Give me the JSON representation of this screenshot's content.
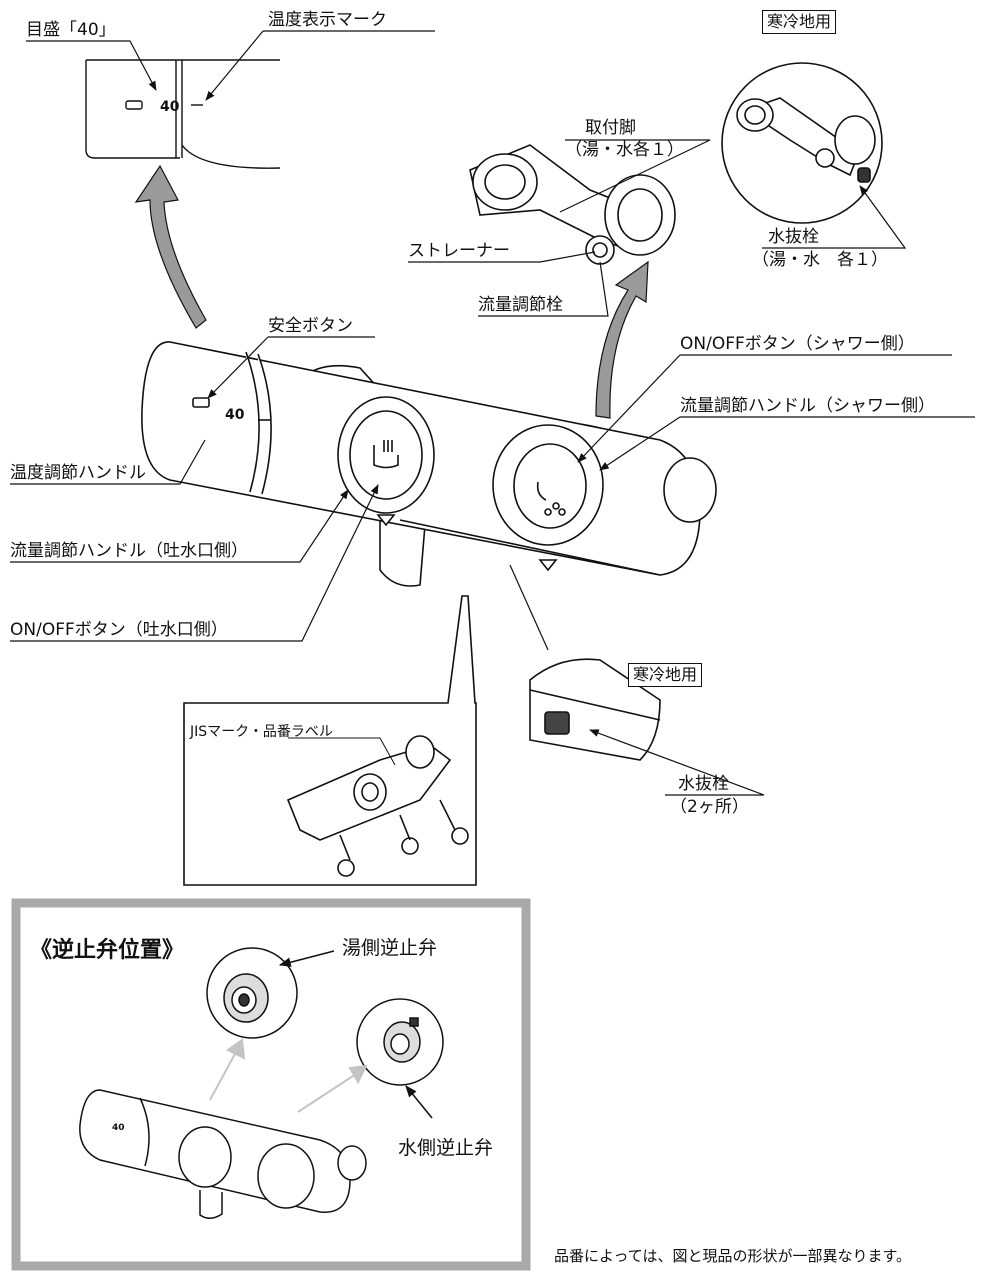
{
  "labels": {
    "scale_40": "目盛「40」",
    "temp_mark": "温度表示マーク",
    "safety_button": "安全ボタン",
    "temp_handle": "温度調節ハンドル",
    "flow_handle_spout": "流量調節ハンドル（吐水口側）",
    "onoff_spout": "ON/OFFボタン（吐水口側）",
    "onoff_shower": "ON/OFFボタン（シャワー側）",
    "flow_handle_shower": "流量調節ハンドル（シャワー側）",
    "mount_leg_line1": "取付脚",
    "mount_leg_line2": "（湯・水各１）",
    "strainer": "ストレーナー",
    "flow_valve": "流量調節栓",
    "cold_region_top": "寒冷地用",
    "drain_plug_top_line1": "水抜栓",
    "drain_plug_top_line2": "（湯・水　各１）",
    "cold_region_bottom": "寒冷地用",
    "drain_plug_bottom_line1": "水抜栓",
    "drain_plug_bottom_line2": "（2ヶ所）",
    "jis_label": "JISマーク・品番ラベル",
    "dial_40_top": "40",
    "dial_40_main": "40",
    "dial_40_small": "40"
  },
  "check_valve_box": {
    "title": "《逆止弁位置》",
    "hot_side": "湯側逆止弁",
    "cold_side": "水側逆止弁"
  },
  "footnote": "品番によっては、図と現品の形状が一部異なります。",
  "colors": {
    "line": "#111111",
    "gray_frame": "#a9a9a9",
    "arrow_fill": "#9a9a9a",
    "light_arrow": "#c4c4c4"
  }
}
